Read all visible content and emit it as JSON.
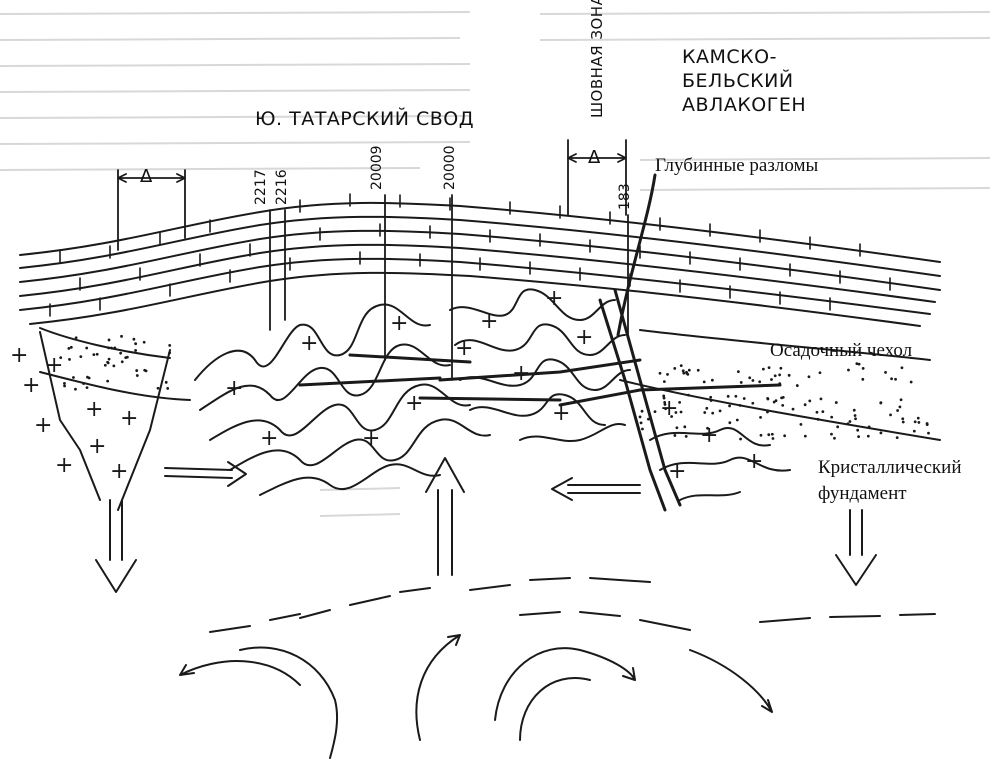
{
  "labels": {
    "arch": "Ю. ТАТАРСКИЙ СВОД",
    "seam_zone": "ШОВНАЯ ЗОНА",
    "avlakogen_line1": "КАМСКО-",
    "avlakogen_line2": "БЕЛЬСКИЙ",
    "avlakogen_line3": "АВЛАКОГЕН",
    "faults": "Глубинные разломы",
    "sediments": "Осадочный чехол",
    "basement_line1": "Кристаллический",
    "basement_line2": "фундамент",
    "delta": "Δ"
  },
  "wells": [
    "2217",
    "2216",
    "20009",
    "20000",
    "183"
  ],
  "colors": {
    "ink": "#1a1a1a",
    "paper": "#ffffff",
    "faint": "#c8c8c8"
  }
}
